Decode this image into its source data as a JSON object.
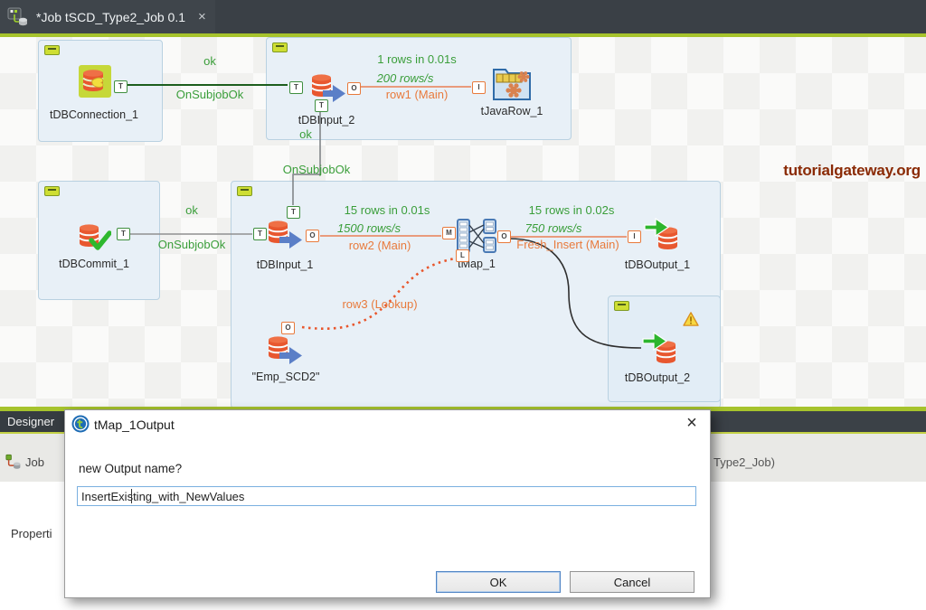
{
  "colors": {
    "lime_accent": "#a6c32c",
    "top_bar": "#3a4046",
    "subjob_fill": "#e8f0f7",
    "subjob_border": "#b9d1e1",
    "green_text": "#3a9e3a",
    "orange_text": "#e87a3c",
    "main_row_line": "#e99b7d",
    "lookup_line": "#e8562c",
    "trigger_line_green": "#1d5e1d",
    "db_icon_red": "#e8572f",
    "watermark_color": "#8a2a05"
  },
  "tab_bar": {
    "title": "*Job tSCD_Type2_Job 0.1",
    "close": "×"
  },
  "canvas": {
    "watermark": "tutorialgateway.org",
    "badge_letters": {
      "t": "T",
      "o": "O",
      "i": "I",
      "m": "M",
      "l": "L"
    },
    "components": [
      {
        "label": "tDBConnection_1"
      },
      {
        "label": "tDBInput_2"
      },
      {
        "label": "tJavaRow_1"
      },
      {
        "label": "tDBCommit_1"
      },
      {
        "label": "tDBInput_1"
      },
      {
        "label": "tMap_1"
      },
      {
        "label": "tDBOutput_1"
      },
      {
        "label": "\"Emp_SCD2\""
      },
      {
        "label": "tDBOutput_2"
      }
    ],
    "connections": {
      "conn_to_input2": {
        "status": "ok",
        "type": "OnSubjobOk"
      },
      "input2_to_javarow": {
        "rows": "1 rows in 0.01s",
        "rate": "200 rows/s",
        "name": "row1 (Main)"
      },
      "input2_to_input1": {
        "status": "ok",
        "type": "OnSubjobOk"
      },
      "commit_to_input1": {
        "status": "ok",
        "type": "OnSubjobOk"
      },
      "input1_to_tmap": {
        "rows": "15 rows in 0.01s",
        "rate": "1500 rows/s",
        "name": "row2 (Main)"
      },
      "tmap_to_output1": {
        "rows": "15 rows in 0.02s",
        "rate": "750 rows/s",
        "name": "Fresh_Insert (Main)"
      },
      "lookup_to_tmap": {
        "name": "row3 (Lookup)"
      }
    }
  },
  "bottom_panel": {
    "designer_tab": "Designer",
    "job_row_left": "Job",
    "job_row_right": "Type2_Job)",
    "properties_label": "Properti"
  },
  "dialog": {
    "title": "tMap_1Output",
    "close": "×",
    "prompt": "new Output name?",
    "input_value": "InsertExisting_with_NewValues",
    "ok_label": "OK",
    "cancel_label": "Cancel"
  }
}
